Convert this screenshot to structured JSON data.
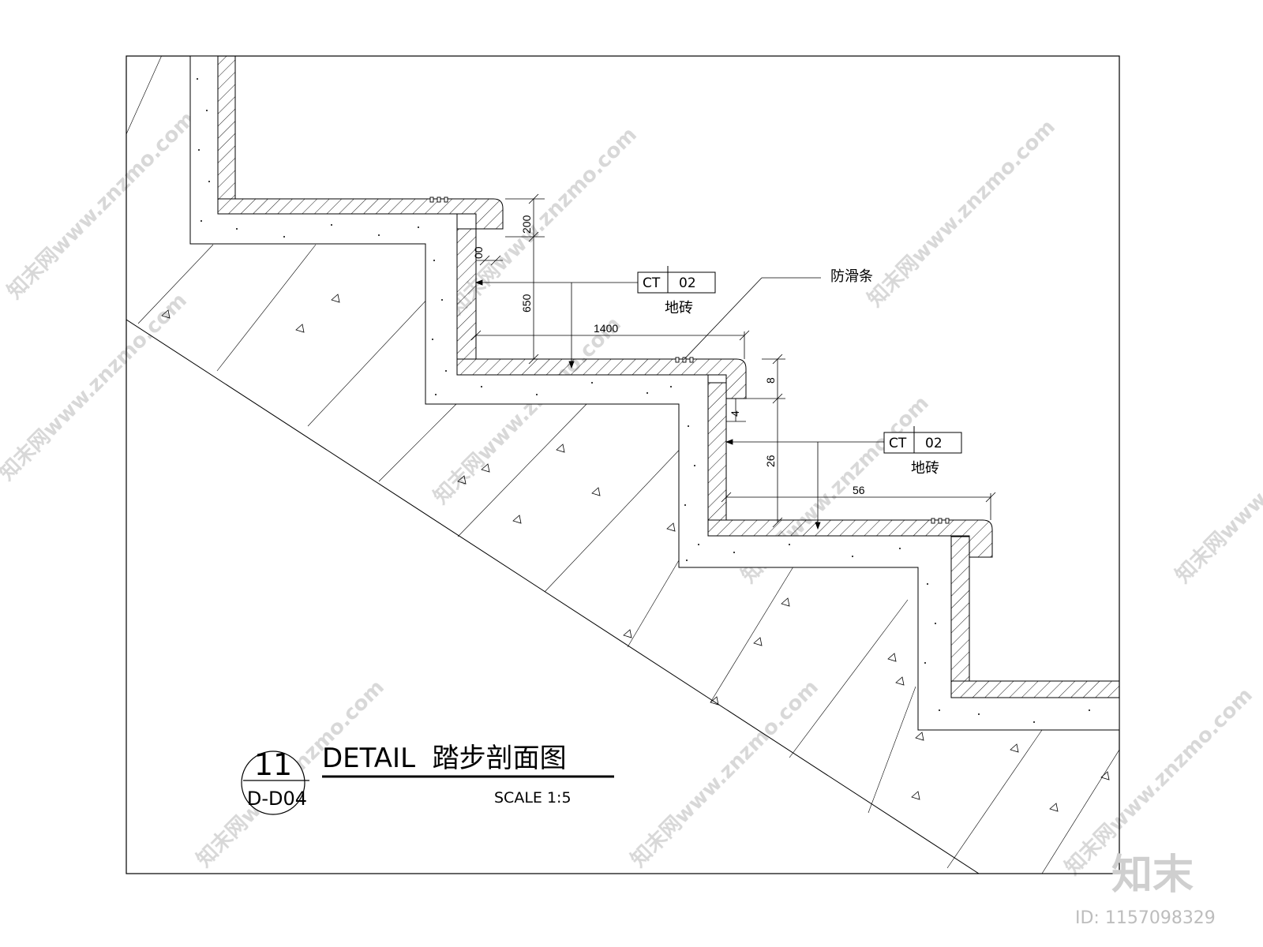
{
  "title": {
    "detail_no": "11",
    "sheet_ref": "D-D04",
    "label": "DETAIL  踏步剖面图",
    "scale": "SCALE 1:5"
  },
  "dimensions": {
    "d200": "200",
    "d00": "00",
    "d650": "650",
    "d1400": "1400",
    "d8": "8",
    "d4": "4",
    "d26": "26",
    "d56": "56"
  },
  "tags": [
    {
      "code_a": "CT",
      "code_b": "02",
      "caption": "地砖"
    },
    {
      "code_a": "CT",
      "code_b": "02",
      "caption": "地砖"
    }
  ],
  "callouts": {
    "anti_slip": "防滑条"
  },
  "watermark": {
    "text": "知末网www.znzmo.com",
    "logo": "知末",
    "id": "ID: 1157098329"
  }
}
